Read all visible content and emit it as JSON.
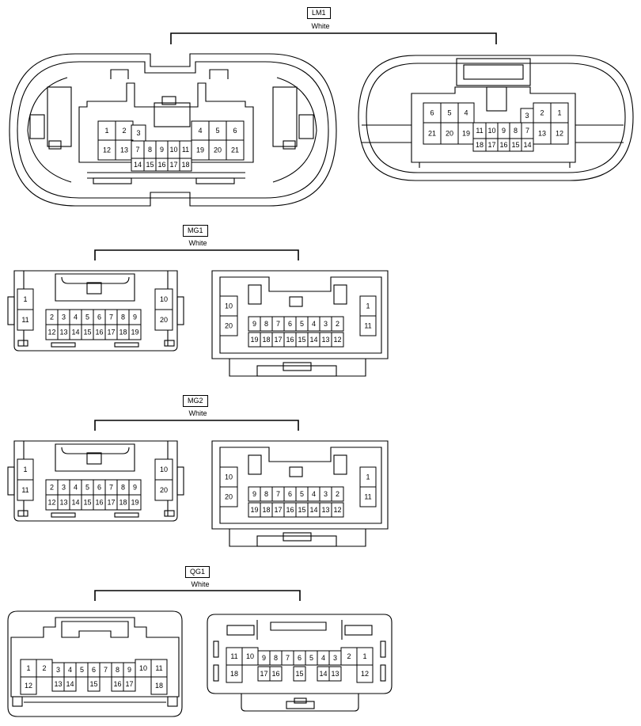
{
  "connectors": [
    {
      "id": "LM1",
      "color": "White",
      "left_pins": [
        {
          "n": "1"
        },
        {
          "n": "2"
        },
        {
          "n": "3"
        },
        {
          "n": "4"
        },
        {
          "n": "5"
        },
        {
          "n": "6"
        },
        {
          "n": "12"
        },
        {
          "n": "13"
        },
        {
          "n": "7"
        },
        {
          "n": "8"
        },
        {
          "n": "9"
        },
        {
          "n": "10"
        },
        {
          "n": "11"
        },
        {
          "n": "19"
        },
        {
          "n": "20"
        },
        {
          "n": "21"
        },
        {
          "n": "14"
        },
        {
          "n": "15"
        },
        {
          "n": "16"
        },
        {
          "n": "17"
        },
        {
          "n": "18"
        }
      ],
      "right_pins": [
        {
          "n": "6"
        },
        {
          "n": "5"
        },
        {
          "n": "4"
        },
        {
          "n": "3"
        },
        {
          "n": "2"
        },
        {
          "n": "1"
        },
        {
          "n": "21"
        },
        {
          "n": "20"
        },
        {
          "n": "19"
        },
        {
          "n": "11"
        },
        {
          "n": "10"
        },
        {
          "n": "9"
        },
        {
          "n": "8"
        },
        {
          "n": "7"
        },
        {
          "n": "13"
        },
        {
          "n": "12"
        },
        {
          "n": "18"
        },
        {
          "n": "17"
        },
        {
          "n": "16"
        },
        {
          "n": "15"
        },
        {
          "n": "14"
        }
      ]
    },
    {
      "id": "MG1",
      "color": "White",
      "left_pins": [
        {
          "n": "1"
        },
        {
          "n": "11"
        },
        {
          "n": "2"
        },
        {
          "n": "3"
        },
        {
          "n": "4"
        },
        {
          "n": "5"
        },
        {
          "n": "6"
        },
        {
          "n": "7"
        },
        {
          "n": "8"
        },
        {
          "n": "9"
        },
        {
          "n": "12"
        },
        {
          "n": "13"
        },
        {
          "n": "14"
        },
        {
          "n": "15"
        },
        {
          "n": "16"
        },
        {
          "n": "17"
        },
        {
          "n": "18"
        },
        {
          "n": "19"
        },
        {
          "n": "10"
        },
        {
          "n": "20"
        }
      ],
      "right_pins": [
        {
          "n": "10"
        },
        {
          "n": "20"
        },
        {
          "n": "9"
        },
        {
          "n": "8"
        },
        {
          "n": "7"
        },
        {
          "n": "6"
        },
        {
          "n": "5"
        },
        {
          "n": "4"
        },
        {
          "n": "3"
        },
        {
          "n": "2"
        },
        {
          "n": "19"
        },
        {
          "n": "18"
        },
        {
          "n": "17"
        },
        {
          "n": "16"
        },
        {
          "n": "15"
        },
        {
          "n": "14"
        },
        {
          "n": "13"
        },
        {
          "n": "12"
        },
        {
          "n": "1"
        },
        {
          "n": "11"
        }
      ]
    },
    {
      "id": "MG2",
      "color": "White",
      "left_pins": [
        {
          "n": "1"
        },
        {
          "n": "11"
        },
        {
          "n": "2"
        },
        {
          "n": "3"
        },
        {
          "n": "4"
        },
        {
          "n": "5"
        },
        {
          "n": "6"
        },
        {
          "n": "7"
        },
        {
          "n": "8"
        },
        {
          "n": "9"
        },
        {
          "n": "12"
        },
        {
          "n": "13"
        },
        {
          "n": "14"
        },
        {
          "n": "15"
        },
        {
          "n": "16"
        },
        {
          "n": "17"
        },
        {
          "n": "18"
        },
        {
          "n": "19"
        },
        {
          "n": "10"
        },
        {
          "n": "20"
        }
      ],
      "right_pins": [
        {
          "n": "10"
        },
        {
          "n": "20"
        },
        {
          "n": "9"
        },
        {
          "n": "8"
        },
        {
          "n": "7"
        },
        {
          "n": "6"
        },
        {
          "n": "5"
        },
        {
          "n": "4"
        },
        {
          "n": "3"
        },
        {
          "n": "2"
        },
        {
          "n": "19"
        },
        {
          "n": "18"
        },
        {
          "n": "17"
        },
        {
          "n": "16"
        },
        {
          "n": "15"
        },
        {
          "n": "14"
        },
        {
          "n": "13"
        },
        {
          "n": "12"
        },
        {
          "n": "1"
        },
        {
          "n": "11"
        }
      ]
    },
    {
      "id": "QG1",
      "color": "White",
      "left_pins": [
        {
          "n": "1"
        },
        {
          "n": "2"
        },
        {
          "n": "3"
        },
        {
          "n": "4"
        },
        {
          "n": "5"
        },
        {
          "n": "6"
        },
        {
          "n": "7"
        },
        {
          "n": "8"
        },
        {
          "n": "9"
        },
        {
          "n": "10"
        },
        {
          "n": "11"
        },
        {
          "n": "12"
        },
        {
          "n": "13"
        },
        {
          "n": "14"
        },
        {
          "n": "15"
        },
        {
          "n": "16"
        },
        {
          "n": "17"
        },
        {
          "n": "18"
        }
      ],
      "right_pins": [
        {
          "n": "11"
        },
        {
          "n": "10"
        },
        {
          "n": "9"
        },
        {
          "n": "8"
        },
        {
          "n": "7"
        },
        {
          "n": "6"
        },
        {
          "n": "5"
        },
        {
          "n": "4"
        },
        {
          "n": "3"
        },
        {
          "n": "2"
        },
        {
          "n": "1"
        },
        {
          "n": "18"
        },
        {
          "n": "17"
        },
        {
          "n": "16"
        },
        {
          "n": "15"
        },
        {
          "n": "14"
        },
        {
          "n": "13"
        },
        {
          "n": "12"
        }
      ]
    }
  ]
}
